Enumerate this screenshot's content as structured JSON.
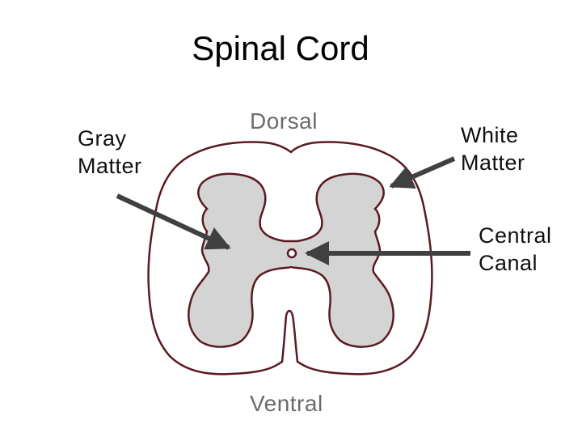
{
  "title": "Spinal Cord",
  "labels": {
    "dorsal": "Dorsal",
    "ventral": "Ventral",
    "gray_matter": [
      "Gray",
      "Matter"
    ],
    "white_matter": [
      "White",
      "Matter"
    ],
    "central_canal": [
      "Central",
      "Canal"
    ]
  },
  "colors": {
    "outline": "#5a1a22",
    "gray_matter_fill": "#d4d4d4",
    "white_matter_fill": "#ffffff",
    "arrow": "#404040",
    "orientation_text": "#6b6b6b"
  }
}
